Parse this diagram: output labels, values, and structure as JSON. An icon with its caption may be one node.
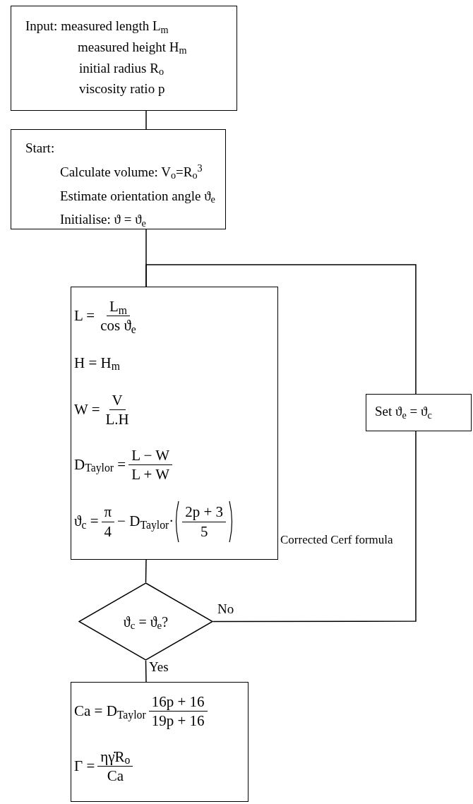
{
  "diagram": {
    "nodes": [
      {
        "text": [
          "Input: measured length L$_{m}$",
          "measured height H$_{m}$",
          "initial radius R$_{o}$",
          "viscosity ratio p"
        ]
      },
      {
        "text": [
          "Start:",
          "Calculate volume: V$_{o}$=R$_{o}$$^{3}$",
          "Estimate orientation angle ϑ$_{e}$",
          "Initialise: ϑ = ϑ$_{e}$"
        ]
      },
      {
        "text": [
          "L =",
          "L$_{m}$",
          "cos ϑ$_{e}$",
          "H = H$_{m}$",
          "W =",
          "V",
          "L.H",
          "D$_{Taylor}$ =",
          "L − W",
          "L + W",
          "ϑ$_{c}$ =",
          "π",
          "4",
          "− D$_{Taylor}$·",
          "2p + 3",
          "5"
        ],
        "beside": [
          "Corrected Cerf formula"
        ]
      },
      {
        "text": [
          "Set ϑ$_{e}$ = ϑ$_{c}$"
        ]
      },
      {
        "text": [
          "ϑ$_{c}$ = ϑ$_{e}$?"
        ]
      },
      {
        "text": [
          "Ca = D$_{Taylor}$",
          "16p + 16",
          "19p + 16",
          "Γ =",
          "ηγ̇R$_{o}$",
          "Ca"
        ]
      }
    ],
    "edges": [
      {
        "from": 0,
        "to": 1,
        "arrow": "none"
      },
      {
        "from": 1,
        "to": 2,
        "arrow": "none"
      },
      {
        "from": 2,
        "to": 4,
        "arrow": "none"
      },
      {
        "from": 4,
        "to": 5,
        "arrow": "none",
        "label": "Yes"
      },
      {
        "from": 4,
        "to": 3,
        "arrow": "none",
        "label": "No"
      },
      {
        "from": 3,
        "to": 2,
        "arrow": "none"
      }
    ]
  }
}
